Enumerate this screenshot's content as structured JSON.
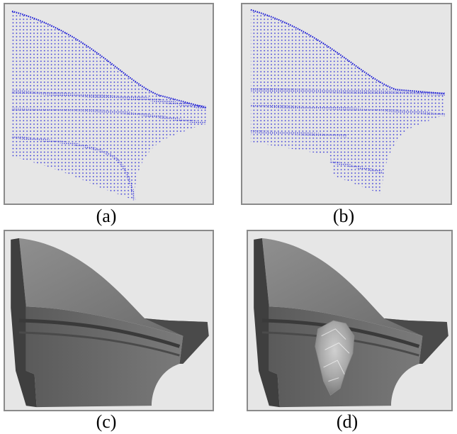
{
  "figure": {
    "panels": [
      {
        "id": "a",
        "caption": "(a)",
        "kind": "point-cloud",
        "point_color": "#1a1ad6"
      },
      {
        "id": "b",
        "caption": "(b)",
        "kind": "point-cloud",
        "point_color": "#1a1ad6"
      },
      {
        "id": "c",
        "caption": "(c)",
        "kind": "surface-model"
      },
      {
        "id": "d",
        "caption": "(d)",
        "kind": "surface-model-with-defect"
      }
    ],
    "colors": {
      "panel_bg": "#e6e6e6",
      "panel_border": "#8a8a8a",
      "point_cloud": "#1a1ad6",
      "solid_dark": "#555555",
      "solid_mid": "#6e6e6e",
      "solid_light": "#8f8f8f"
    }
  }
}
